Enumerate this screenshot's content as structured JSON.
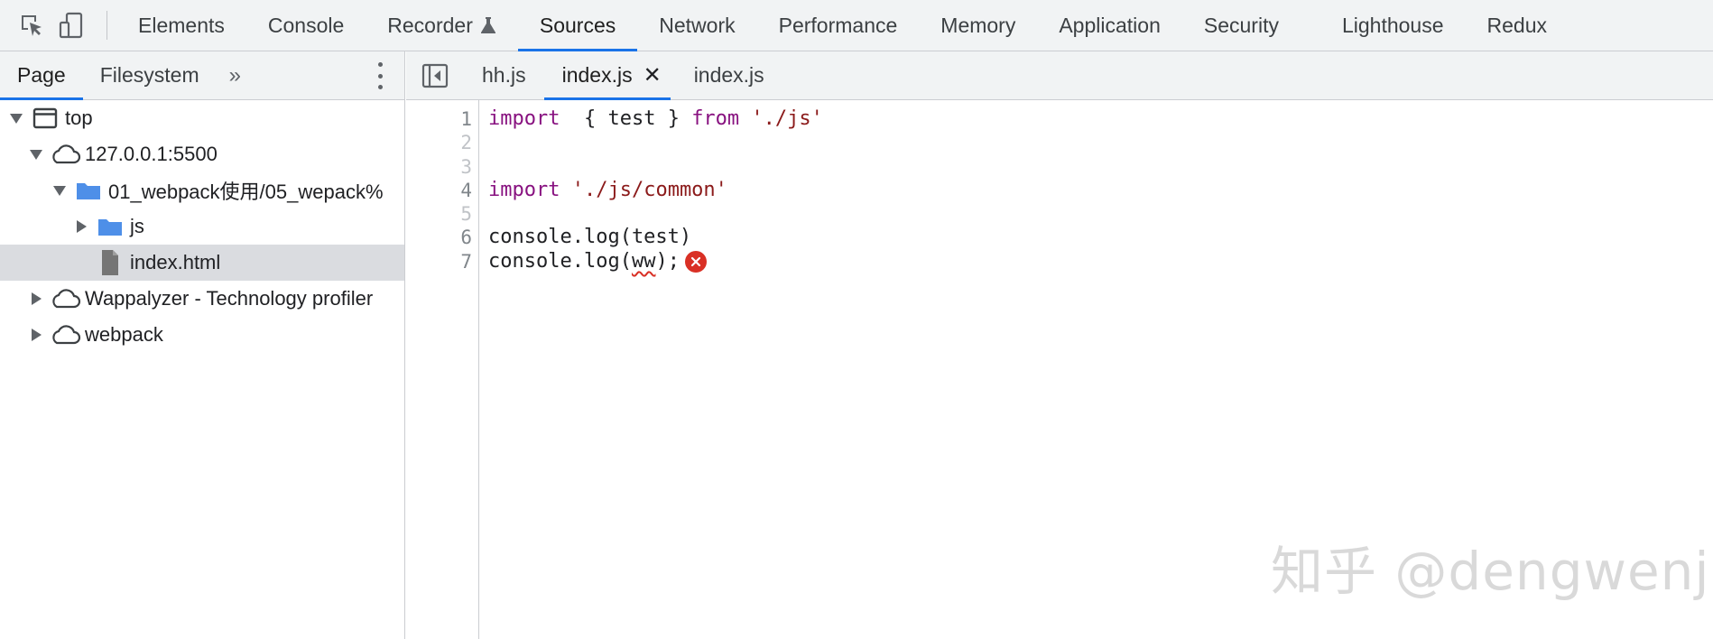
{
  "toolbar": {
    "tabs": [
      {
        "label": "Elements"
      },
      {
        "label": "Console"
      },
      {
        "label": "Recorder"
      },
      {
        "label": "Sources"
      },
      {
        "label": "Network"
      },
      {
        "label": "Performance"
      },
      {
        "label": "Memory"
      },
      {
        "label": "Application"
      },
      {
        "label": "Security"
      },
      {
        "label": "Lighthouse"
      },
      {
        "label": "Redux"
      }
    ],
    "active_tab": "Sources",
    "icons": [
      "inspect-element-icon",
      "device-toggle-icon",
      "flask-icon"
    ]
  },
  "navigator": {
    "tabs": [
      {
        "label": "Page"
      },
      {
        "label": "Filesystem"
      }
    ],
    "more_label": "»",
    "tree": [
      {
        "label": "top",
        "icon": "frame-icon",
        "state": "expanded"
      },
      {
        "label": "127.0.0.1:5500",
        "icon": "cloud-icon",
        "state": "expanded"
      },
      {
        "label": "01_webpack使用/05_wepack%",
        "icon": "folder-icon",
        "state": "expanded"
      },
      {
        "label": "js",
        "icon": "folder-icon",
        "state": "collapsed"
      },
      {
        "label": "index.html",
        "icon": "file-icon",
        "state": "leaf",
        "selected": true
      },
      {
        "label": "Wappalyzer - Technology profiler",
        "icon": "cloud-icon",
        "state": "collapsed"
      },
      {
        "label": "webpack",
        "icon": "cloud-icon",
        "state": "collapsed"
      }
    ]
  },
  "editor": {
    "tabs": [
      {
        "label": "hh.js"
      },
      {
        "label": "index.js",
        "close": "✕"
      },
      {
        "label": "index.js"
      }
    ],
    "line_numbers": [
      "1",
      "2",
      "3",
      "4",
      "5",
      "6",
      "7"
    ],
    "code": {
      "l1_kw1": "import",
      "l1_mid": "  { test } ",
      "l1_kw2": "from",
      "l1_str": "'./js'",
      "l4_kw": "import",
      "l4_str": "'./js/common'",
      "l6": "console.log(test)",
      "l7_pre": "console.log(",
      "l7_err": "ww",
      "l7_post": ");"
    },
    "error_icon": "error-icon"
  },
  "watermark": "知乎 @dengwenj",
  "colors": {
    "accent": "#1a73e8",
    "keyword": "#881280",
    "string": "#8b1a1a",
    "error": "#d93025",
    "folder": "#4e8fe8"
  }
}
